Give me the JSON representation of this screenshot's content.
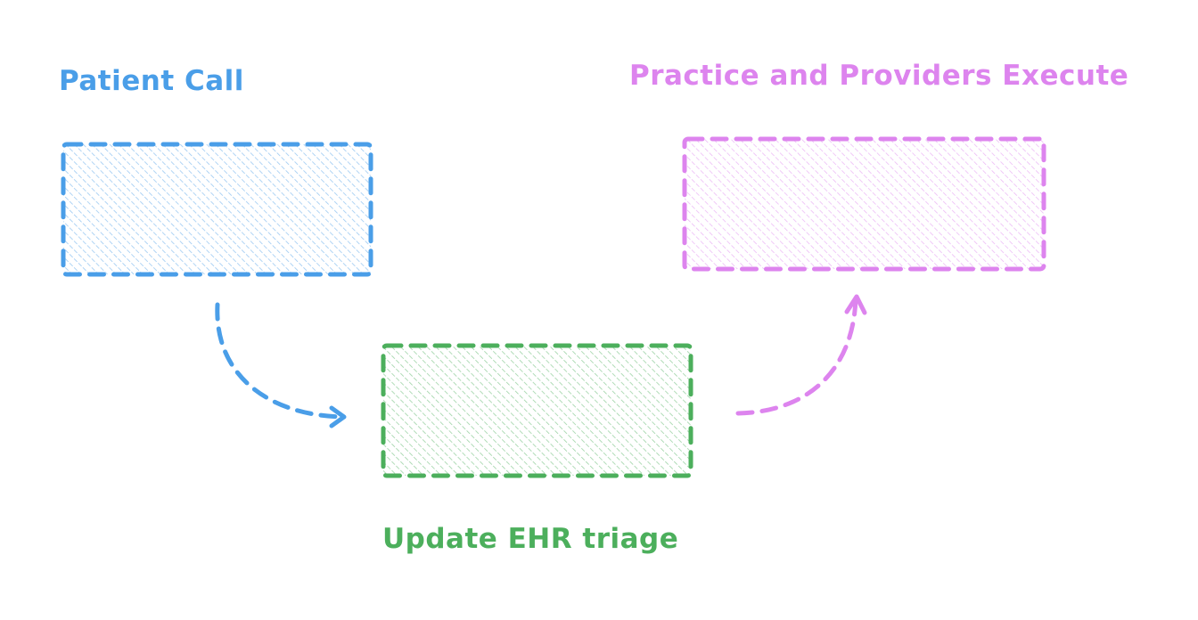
{
  "diagram": {
    "nodes": [
      {
        "id": "patient-call",
        "label": "Patient Call",
        "color": "#4a9ee8"
      },
      {
        "id": "update-ehr-triage",
        "label": "Update EHR triage",
        "color": "#4caf5c"
      },
      {
        "id": "practice-providers-execute",
        "label": "Practice and Providers Execute",
        "color": "#dd84ee"
      }
    ],
    "edges": [
      {
        "from": "patient-call",
        "to": "update-ehr-triage",
        "color": "#4a9ee8"
      },
      {
        "from": "update-ehr-triage",
        "to": "practice-providers-execute",
        "color": "#dd84ee"
      }
    ]
  }
}
